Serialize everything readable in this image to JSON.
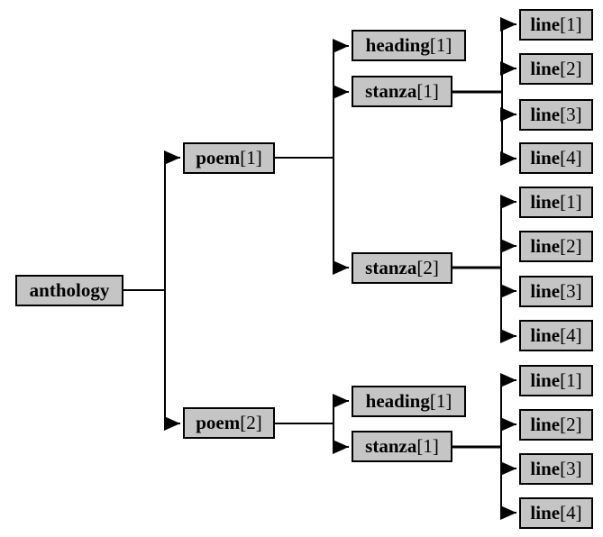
{
  "diagram": {
    "kind": "document-tree",
    "colors": {
      "background": "#ffffff",
      "node_fill": "#c5c5c5",
      "node_border": "#000000",
      "connector": "#000000"
    }
  },
  "tree": {
    "name": "anthology",
    "index": "",
    "children": [
      {
        "name": "poem",
        "index": "[1]",
        "children": [
          {
            "name": "heading",
            "index": "[1]",
            "children": []
          },
          {
            "name": "stanza",
            "index": "[1]",
            "children": [
              {
                "name": "line",
                "index": "[1]"
              },
              {
                "name": "line",
                "index": "[2]"
              },
              {
                "name": "line",
                "index": "[3]"
              },
              {
                "name": "line",
                "index": "[4]"
              }
            ]
          },
          {
            "name": "stanza",
            "index": "[2]",
            "children": [
              {
                "name": "line",
                "index": "[1]"
              },
              {
                "name": "line",
                "index": "[2]"
              },
              {
                "name": "line",
                "index": "[3]"
              },
              {
                "name": "line",
                "index": "[4]"
              }
            ]
          }
        ]
      },
      {
        "name": "poem",
        "index": "[2]",
        "children": [
          {
            "name": "heading",
            "index": "[1]",
            "children": []
          },
          {
            "name": "stanza",
            "index": "[1]",
            "children": [
              {
                "name": "line",
                "index": "[1]"
              },
              {
                "name": "line",
                "index": "[2]"
              },
              {
                "name": "line",
                "index": "[3]"
              },
              {
                "name": "line",
                "index": "[4]"
              }
            ]
          }
        ]
      }
    ]
  }
}
